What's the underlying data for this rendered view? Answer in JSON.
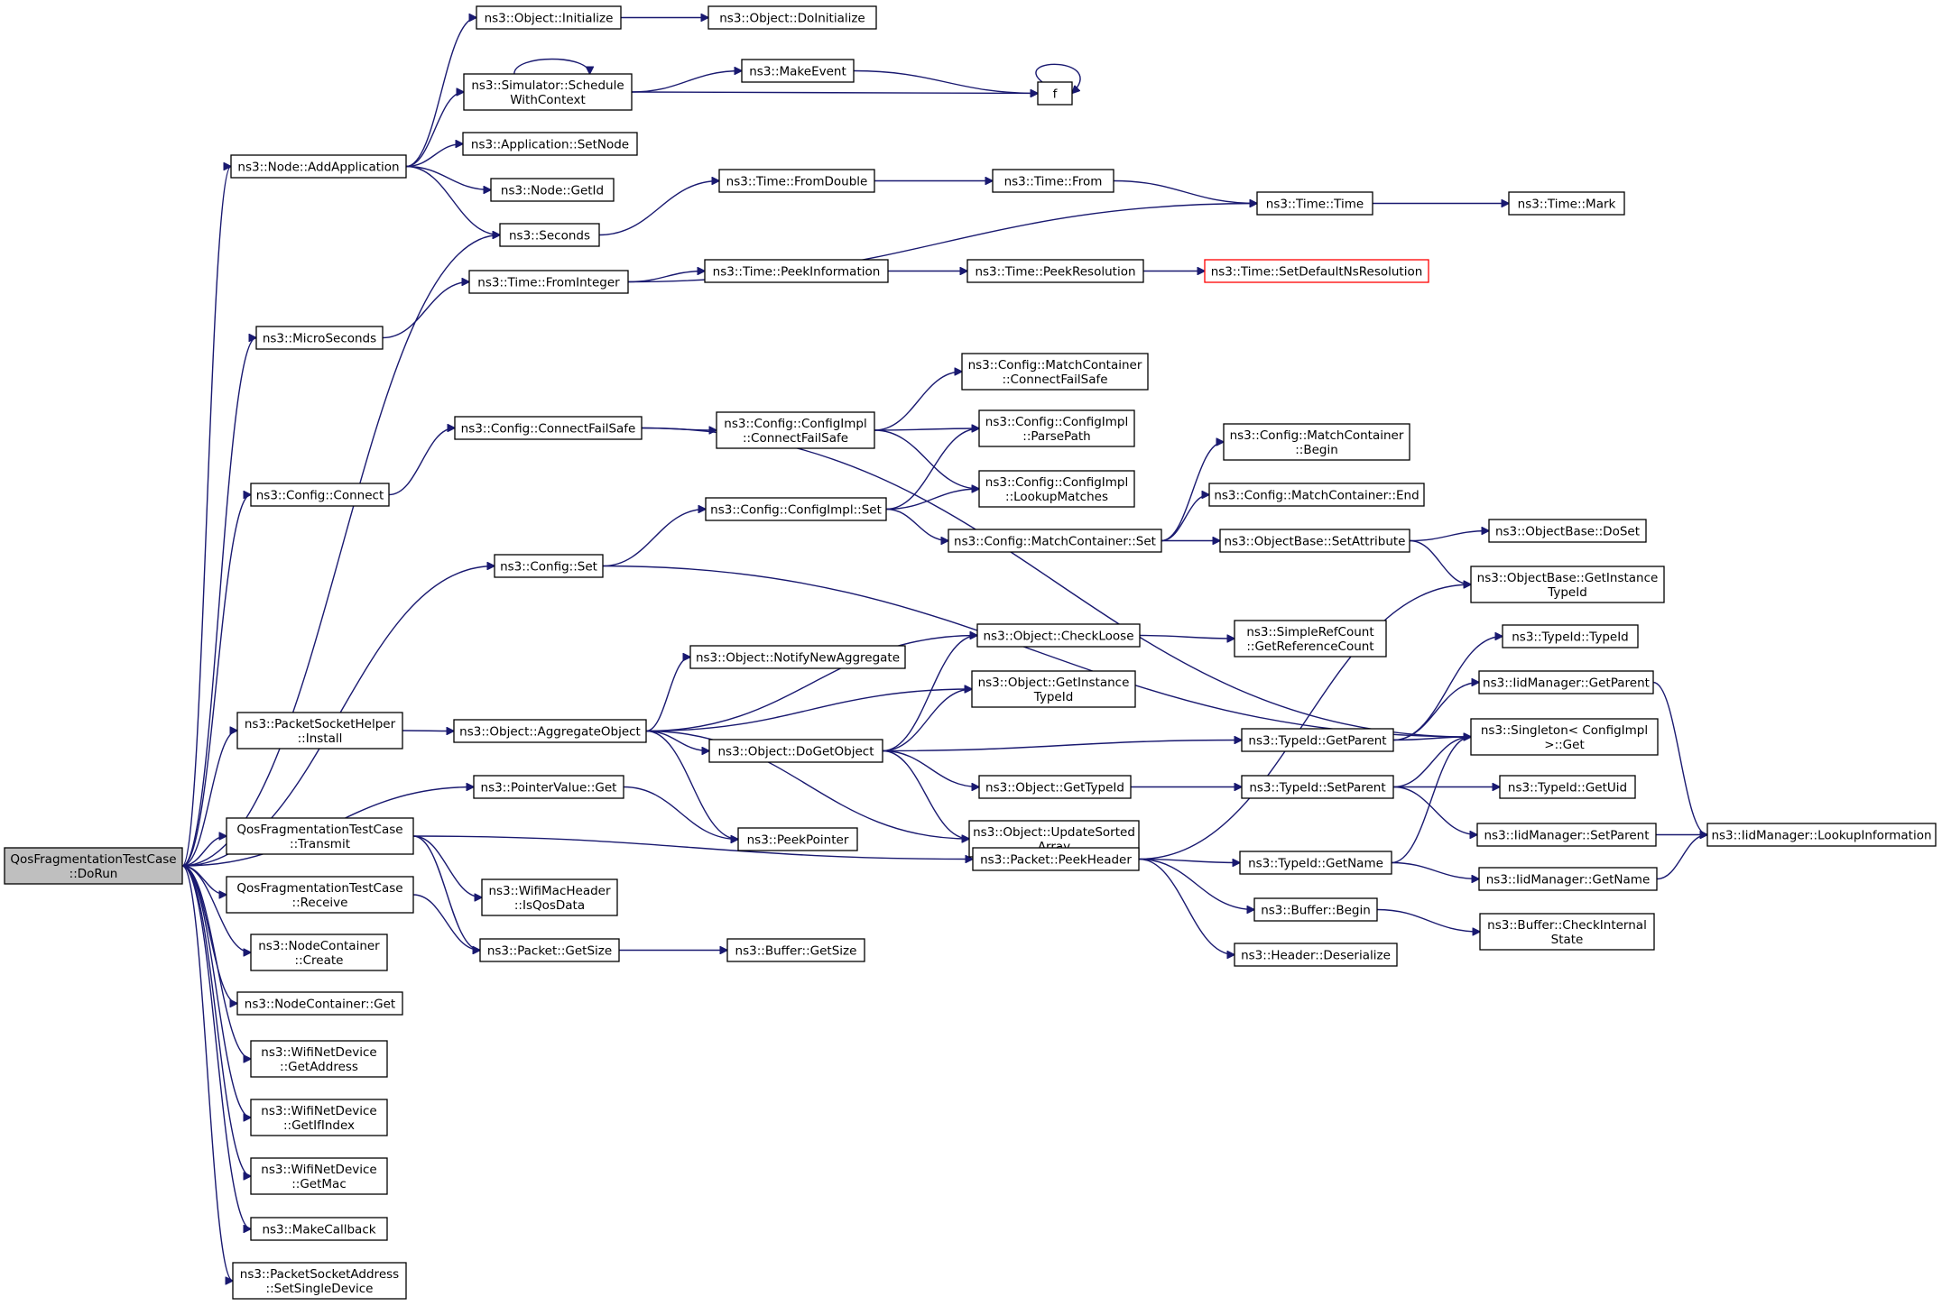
{
  "graph_title": "",
  "nodes": [
    {
      "id": "root",
      "lines": [
        "QosFragmentationTestCase",
        "::DoRun"
      ],
      "style": "root"
    },
    {
      "id": "addapp",
      "lines": [
        "ns3::Node::AddApplication"
      ]
    },
    {
      "id": "objinit",
      "lines": [
        "ns3::Object::Initialize"
      ]
    },
    {
      "id": "objdoinit",
      "lines": [
        "ns3::Object::DoInitialize"
      ]
    },
    {
      "id": "schedctx",
      "lines": [
        "ns3::Simulator::Schedule",
        "WithContext"
      ]
    },
    {
      "id": "makeevent",
      "lines": [
        "ns3::MakeEvent"
      ]
    },
    {
      "id": "f",
      "lines": [
        "f"
      ]
    },
    {
      "id": "appsetnode",
      "lines": [
        "ns3::Application::SetNode"
      ]
    },
    {
      "id": "nodegetid",
      "lines": [
        "ns3::Node::GetId"
      ]
    },
    {
      "id": "seconds",
      "lines": [
        "ns3::Seconds"
      ]
    },
    {
      "id": "fromdouble",
      "lines": [
        "ns3::Time::FromDouble"
      ]
    },
    {
      "id": "timefrom",
      "lines": [
        "ns3::Time::From"
      ]
    },
    {
      "id": "timetime",
      "lines": [
        "ns3::Time::Time"
      ]
    },
    {
      "id": "timemark",
      "lines": [
        "ns3::Time::Mark"
      ]
    },
    {
      "id": "frominteger",
      "lines": [
        "ns3::Time::FromInteger"
      ]
    },
    {
      "id": "peekinfo",
      "lines": [
        "ns3::Time::PeekInformation"
      ]
    },
    {
      "id": "peekres",
      "lines": [
        "ns3::Time::PeekResolution"
      ]
    },
    {
      "id": "setdefres",
      "lines": [
        "ns3::Time::SetDefaultNsResolution"
      ],
      "style": "red"
    },
    {
      "id": "microseconds",
      "lines": [
        "ns3::MicroSeconds"
      ]
    },
    {
      "id": "mccfs",
      "lines": [
        "ns3::Config::MatchContainer",
        "::ConnectFailSafe"
      ]
    },
    {
      "id": "cfgcfs",
      "lines": [
        "ns3::Config::ConnectFailSafe"
      ]
    },
    {
      "id": "ciccfs",
      "lines": [
        "ns3::Config::ConfigImpl",
        "::ConnectFailSafe"
      ]
    },
    {
      "id": "parsepath",
      "lines": [
        "ns3::Config::ConfigImpl",
        "::ParsePath"
      ]
    },
    {
      "id": "lookupmatches",
      "lines": [
        "ns3::Config::ConfigImpl",
        "::LookupMatches"
      ]
    },
    {
      "id": "mcbegin",
      "lines": [
        "ns3::Config::MatchContainer",
        "::Begin"
      ]
    },
    {
      "id": "cfgconnect",
      "lines": [
        "ns3::Config::Connect"
      ]
    },
    {
      "id": "mcend",
      "lines": [
        "ns3::Config::MatchContainer::End"
      ]
    },
    {
      "id": "cicset",
      "lines": [
        "ns3::Config::ConfigImpl::Set"
      ]
    },
    {
      "id": "mcset",
      "lines": [
        "ns3::Config::MatchContainer::Set"
      ]
    },
    {
      "id": "obsetattr",
      "lines": [
        "ns3::ObjectBase::SetAttribute"
      ]
    },
    {
      "id": "obdoset",
      "lines": [
        "ns3::ObjectBase::DoSet"
      ]
    },
    {
      "id": "cfgset",
      "lines": [
        "ns3::Config::Set"
      ]
    },
    {
      "id": "obgetinst",
      "lines": [
        "ns3::ObjectBase::GetInstance",
        "TypeId"
      ]
    },
    {
      "id": "checkloose",
      "lines": [
        "ns3::Object::CheckLoose"
      ]
    },
    {
      "id": "getrefcount",
      "lines": [
        "ns3::SimpleRefCount",
        "::GetReferenceCount"
      ]
    },
    {
      "id": "tidtid",
      "lines": [
        "ns3::TypeId::TypeId"
      ]
    },
    {
      "id": "notifyagg",
      "lines": [
        "ns3::Object::NotifyNewAggregate"
      ]
    },
    {
      "id": "iidgetparent",
      "lines": [
        "ns3::IidManager::GetParent"
      ]
    },
    {
      "id": "objgetinst",
      "lines": [
        "ns3::Object::GetInstance",
        "TypeId"
      ]
    },
    {
      "id": "psinstall",
      "lines": [
        "ns3::PacketSocketHelper",
        "::Install"
      ]
    },
    {
      "id": "aggobj",
      "lines": [
        "ns3::Object::AggregateObject"
      ]
    },
    {
      "id": "tidgetparent",
      "lines": [
        "ns3::TypeId::GetParent"
      ]
    },
    {
      "id": "singleton",
      "lines": [
        "ns3::Singleton< ConfigImpl",
        ">::Get"
      ]
    },
    {
      "id": "dogetobj",
      "lines": [
        "ns3::Object::DoGetObject"
      ]
    },
    {
      "id": "objgettid",
      "lines": [
        "ns3::Object::GetTypeId"
      ]
    },
    {
      "id": "tidsetparent",
      "lines": [
        "ns3::TypeId::SetParent"
      ]
    },
    {
      "id": "tidgetuid",
      "lines": [
        "ns3::TypeId::GetUid"
      ]
    },
    {
      "id": "ptrget",
      "lines": [
        "ns3::PointerValue::Get"
      ]
    },
    {
      "id": "transmit",
      "lines": [
        "QosFragmentationTestCase",
        "::Transmit"
      ]
    },
    {
      "id": "peekptr",
      "lines": [
        "ns3::PeekPointer"
      ]
    },
    {
      "id": "updsorted",
      "lines": [
        "ns3::Object::UpdateSorted",
        "Array"
      ]
    },
    {
      "id": "iidsetparent",
      "lines": [
        "ns3::IidManager::SetParent"
      ]
    },
    {
      "id": "lookupinfo",
      "lines": [
        "ns3::IidManager::LookupInformation"
      ]
    },
    {
      "id": "peekheader",
      "lines": [
        "ns3::Packet::PeekHeader"
      ]
    },
    {
      "id": "tidgetname",
      "lines": [
        "ns3::TypeId::GetName"
      ]
    },
    {
      "id": "iidgetname",
      "lines": [
        "ns3::IidManager::GetName"
      ]
    },
    {
      "id": "isqos",
      "lines": [
        "ns3::WifiMacHeader",
        "::IsQosData"
      ]
    },
    {
      "id": "receive",
      "lines": [
        "QosFragmentationTestCase",
        "::Receive"
      ]
    },
    {
      "id": "bufbegin",
      "lines": [
        "ns3::Buffer::Begin"
      ]
    },
    {
      "id": "bufcheck",
      "lines": [
        "ns3::Buffer::CheckInternal",
        "State"
      ]
    },
    {
      "id": "nccreate",
      "lines": [
        "ns3::NodeContainer",
        "::Create"
      ]
    },
    {
      "id": "pktgetsize",
      "lines": [
        "ns3::Packet::GetSize"
      ]
    },
    {
      "id": "bufgetsize",
      "lines": [
        "ns3::Buffer::GetSize"
      ]
    },
    {
      "id": "hdrdeser",
      "lines": [
        "ns3::Header::Deserialize"
      ]
    },
    {
      "id": "ncget",
      "lines": [
        "ns3::NodeContainer::Get"
      ]
    },
    {
      "id": "wndaddr",
      "lines": [
        "ns3::WifiNetDevice",
        "::GetAddress"
      ]
    },
    {
      "id": "wndifindex",
      "lines": [
        "ns3::WifiNetDevice",
        "::GetIfIndex"
      ]
    },
    {
      "id": "wndmac",
      "lines": [
        "ns3::WifiNetDevice",
        "::GetMac"
      ]
    },
    {
      "id": "makecb",
      "lines": [
        "ns3::MakeCallback"
      ]
    },
    {
      "id": "psaddr",
      "lines": [
        "ns3::PacketSocketAddress",
        "::SetSingleDevice"
      ]
    }
  ]
}
